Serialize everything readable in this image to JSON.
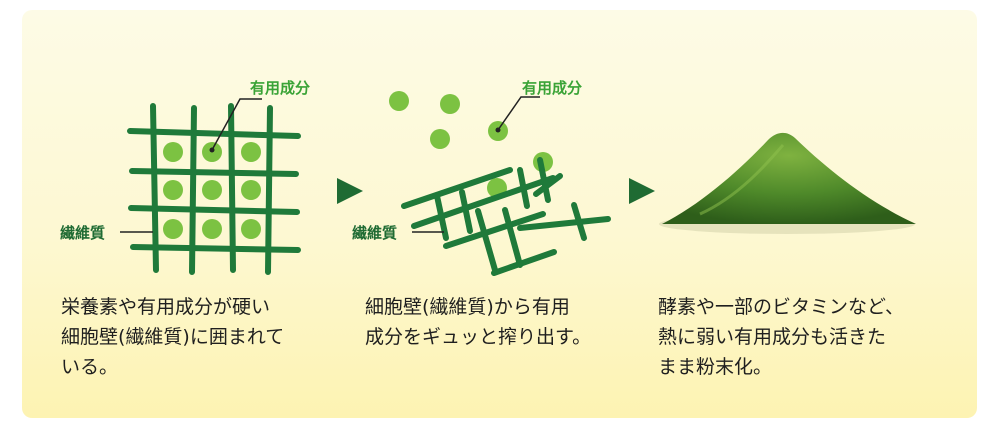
{
  "labels": {
    "component_1": "有用成分",
    "fiber_1": "繊維質",
    "component_2": "有用成分",
    "fiber_2": "繊維質"
  },
  "captions": {
    "step1": "栄養素や有用成分が硬い\n細胞壁(繊維質)に囲まれて\nいる。",
    "step2": "細胞壁(繊維質)から有用\n成分をギュッと搾り出す。",
    "step3": "酵素や一部のビタミンなど、\n熱に弱い有用成分も活きた\nまま粉末化。"
  },
  "icons": [
    "arrow-right-icon",
    "arrow-right-icon"
  ],
  "colors": {
    "fiber": "#1f7a3a",
    "component": "#7cc242",
    "label_green": "#3aa336",
    "label_dark": "#1f6b33",
    "arrow": "#1f6b33",
    "powder": "#4f8a2a"
  }
}
